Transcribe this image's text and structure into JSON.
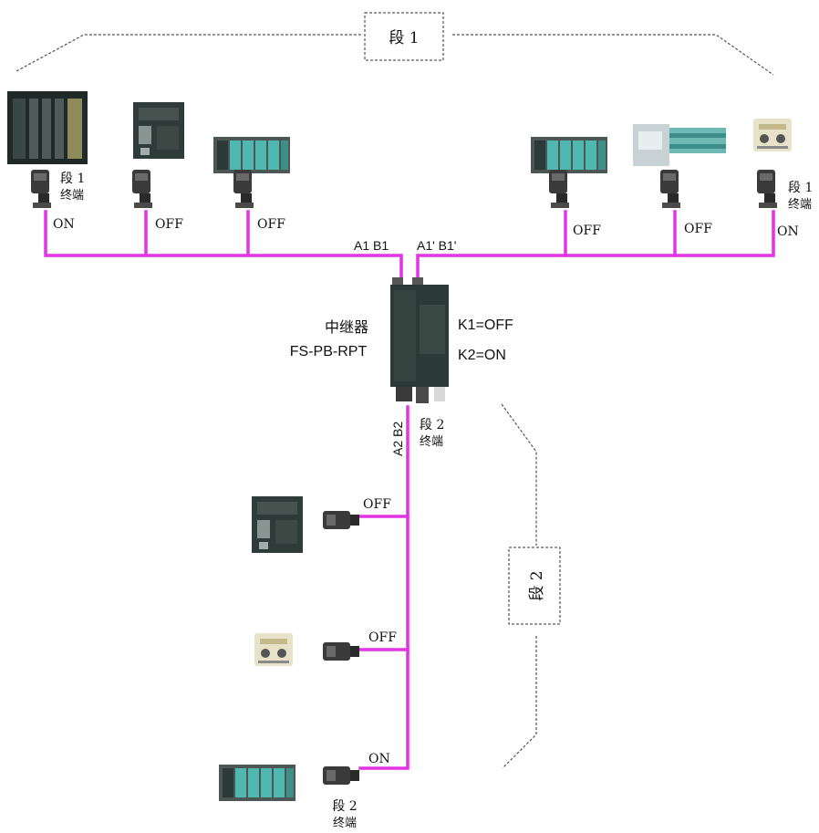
{
  "segment1": {
    "box_label": "段 1",
    "left_end_label": [
      "段 1",
      "终端"
    ],
    "right_end_label": [
      "段 1",
      "终端"
    ]
  },
  "segment2": {
    "box_label": "段 2",
    "repeater_end_label": [
      "段 2",
      "终端"
    ],
    "bottom_end_label": [
      "段 2",
      "终端"
    ]
  },
  "connector_states": {
    "top_row": [
      "ON",
      "OFF",
      "OFF",
      "OFF",
      "OFF",
      "ON"
    ],
    "vertical_branch": [
      "OFF",
      "OFF",
      "ON"
    ]
  },
  "repeater": {
    "name": "中继器",
    "model": "FS-PB-RPT",
    "port_left": "A1 B1",
    "port_right": "A1' B1'",
    "port_bottom": "A2 B2",
    "switch_k1": "K1=OFF",
    "switch_k2": "K2=ON"
  },
  "colors": {
    "cable": "#e233e4",
    "device_dark": "#2c3a37",
    "module_teal": "#4fb8b0",
    "connector": "#3a3a3a"
  }
}
